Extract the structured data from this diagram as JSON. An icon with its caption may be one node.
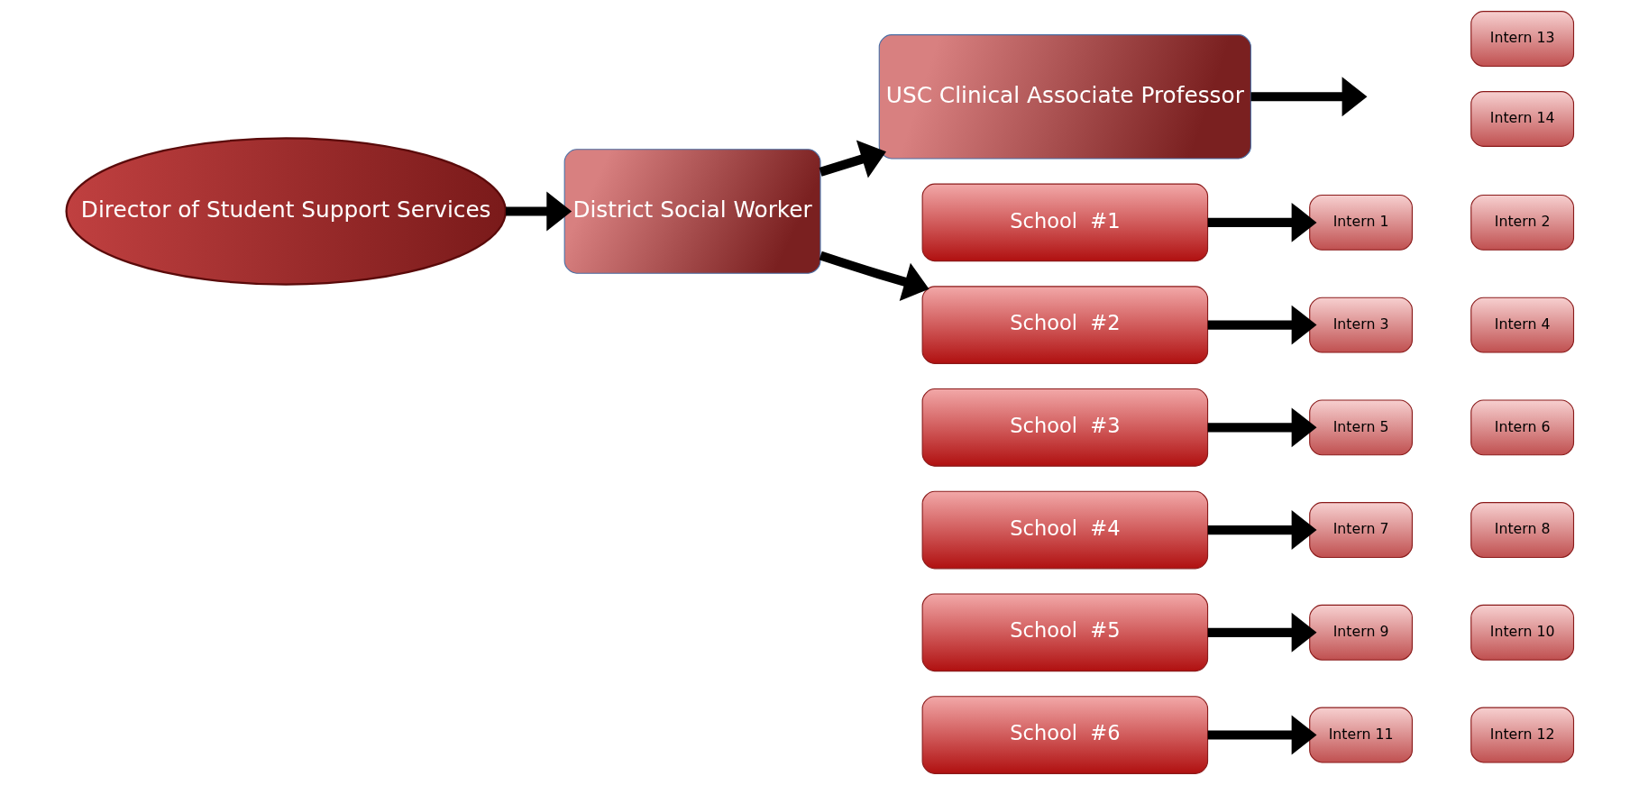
{
  "diagram": {
    "nodes": [
      {
        "text": [
          "Director of Student Support Services"
        ]
      },
      {
        "text": [
          "District Social Worker"
        ]
      },
      {
        "text": [
          "USC Clinical Associate Professor"
        ]
      },
      {
        "text": [
          "Intern 13"
        ]
      },
      {
        "text": [
          "Intern 14"
        ]
      },
      {
        "text": [
          "School  #1"
        ]
      },
      {
        "text": [
          "School  #2"
        ]
      },
      {
        "text": [
          "School  #3"
        ]
      },
      {
        "text": [
          "School  #4"
        ]
      },
      {
        "text": [
          "School  #5"
        ]
      },
      {
        "text": [
          "School  #6"
        ]
      },
      {
        "text": [
          "Intern 1"
        ]
      },
      {
        "text": [
          "Intern 2"
        ]
      },
      {
        "text": [
          "Intern 3"
        ]
      },
      {
        "text": [
          "Intern 4"
        ]
      },
      {
        "text": [
          "Intern 5"
        ]
      },
      {
        "text": [
          "Intern 6"
        ]
      },
      {
        "text": [
          "Intern 7"
        ]
      },
      {
        "text": [
          "Intern 8"
        ]
      },
      {
        "text": [
          "Intern 9"
        ]
      },
      {
        "text": [
          "Intern 10"
        ]
      },
      {
        "text": [
          "Intern 11"
        ]
      },
      {
        "text": [
          "Intern 12"
        ]
      }
    ],
    "edges": [
      {
        "from": 0,
        "to": 1,
        "arrow": "to"
      },
      {
        "from": 1,
        "to": 6,
        "arrow": "to"
      },
      {
        "from": 1,
        "to": 2,
        "arrow": "to"
      },
      {
        "from": 2,
        "to": null,
        "arrow": "to"
      },
      {
        "from": 5,
        "to": 11,
        "arrow": "to"
      },
      {
        "from": 6,
        "to": 13,
        "arrow": "to"
      },
      {
        "from": 7,
        "to": 15,
        "arrow": "to"
      },
      {
        "from": 8,
        "to": 17,
        "arrow": "to"
      },
      {
        "from": 9,
        "to": 19,
        "arrow": "to"
      },
      {
        "from": 10,
        "to": 21,
        "arrow": "to"
      }
    ]
  }
}
